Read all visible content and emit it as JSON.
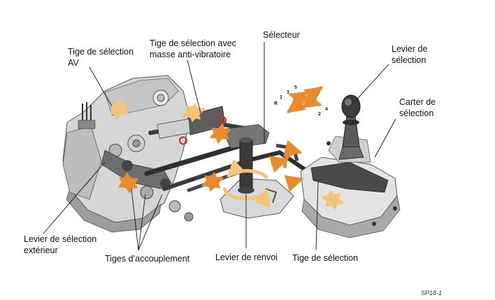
{
  "labels": {
    "tige_av": [
      "Tige de sélection",
      "AV"
    ],
    "tige_masse": [
      "Tige de sélection avec",
      "masse anti-vibratoire"
    ],
    "selecteur": "Sélecteur",
    "levier_selection": [
      "Levier de",
      "sélection"
    ],
    "carter_selection": [
      "Carter de",
      "sélection"
    ],
    "levier_exterieur": [
      "Levier de sélection",
      "extérieur"
    ],
    "tiges_accouplement": "Tiges d’accouplement",
    "levier_renvoi": "Levier de renvoi",
    "tige_selection": "Tige de sélection"
  },
  "gear_pattern": {
    "top_row": [
      "R",
      "1",
      "3",
      "5"
    ],
    "bottom_row": [
      "2",
      "4"
    ]
  },
  "reference": "SP18-1",
  "colors": {
    "arrow_orange": "#e98a2c",
    "arrow_light": "#f6d49a",
    "housing_light": "#d9d9d9",
    "housing_dark": "#8a8a8a",
    "rod_dark": "#3a3a3a",
    "accent_red": "#d7262b"
  }
}
